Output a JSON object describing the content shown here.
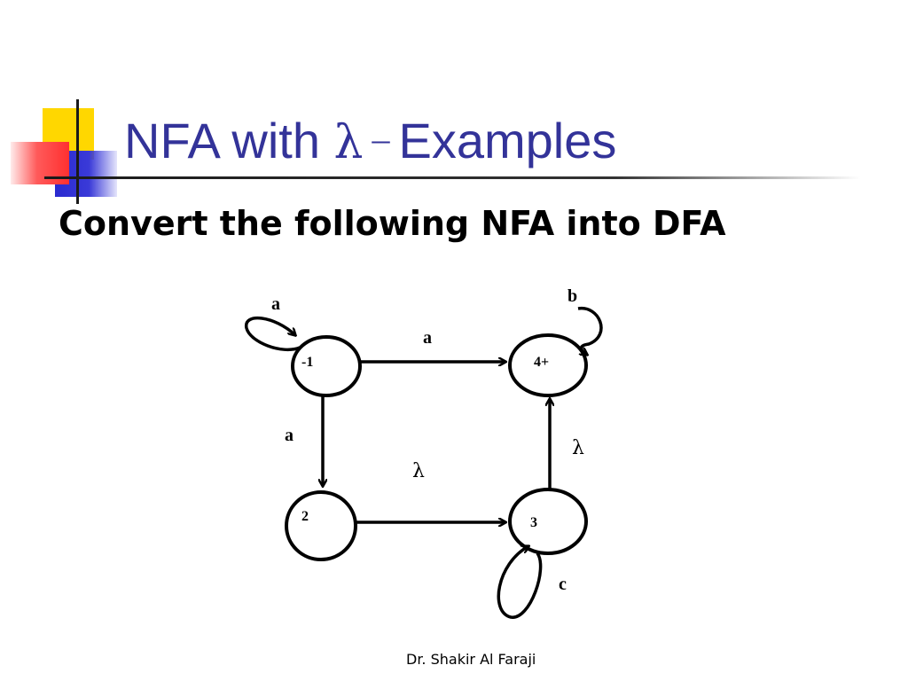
{
  "slide": {
    "title": {
      "prefix": "NFA with ",
      "symbol": "λ",
      "dash": "–",
      "suffix": "Examples"
    },
    "subtitle": "Convert the following NFA into DFA",
    "footer": "Dr. Shakir Al Faraji"
  },
  "nfa": {
    "states": [
      {
        "id": "s1",
        "label": "-1"
      },
      {
        "id": "s2",
        "label": "2"
      },
      {
        "id": "s3",
        "label": "3"
      },
      {
        "id": "s4",
        "label": "4+"
      }
    ],
    "transitions": [
      {
        "from": "-1",
        "to": "-1",
        "label": "a"
      },
      {
        "from": "-1",
        "to": "4+",
        "label": "a"
      },
      {
        "from": "-1",
        "to": "2",
        "label": "a"
      },
      {
        "from": "2",
        "to": "3",
        "label": "λ"
      },
      {
        "from": "3",
        "to": "4+",
        "label": "λ"
      },
      {
        "from": "3",
        "to": "3",
        "label": "c"
      },
      {
        "from": "4+",
        "to": "4+",
        "label": "b"
      }
    ]
  },
  "colors": {
    "title": "#333399",
    "accent_yellow": "#ffd700",
    "accent_blue": "#2a2ad0",
    "accent_red": "#ff3030"
  }
}
